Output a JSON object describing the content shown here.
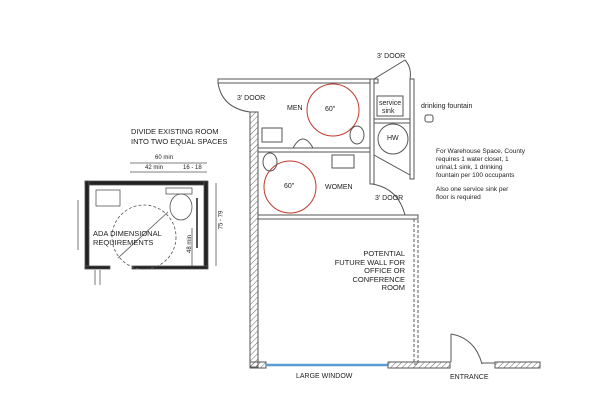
{
  "left_plan": {
    "title_line1": "DIVIDE EXISTING ROOM",
    "title_line2": "INTO TWO EQUAL SPACES",
    "dim_60": "60 min",
    "dim_42": "42 min",
    "dim_16_18": "16 - 18",
    "dim_48": "48 min",
    "dim_75_79": "75 - 79",
    "label_line1": "ADA DIMENSIONAL",
    "label_line2": "REQUIREMENTS"
  },
  "floor_plan": {
    "door_left": "3' DOOR",
    "door_top": "3' DOOR",
    "door_women": "3' DOOR",
    "men": "MEN",
    "women": "WOMEN",
    "men_circle": "60\"",
    "women_circle": "60\"",
    "service_sink_1": "service",
    "service_sink_2": "sink",
    "hw": "HW",
    "drinking_fountain": "drinking fountain",
    "future_wall": [
      "POTENTIAL",
      "FUTURE WALL FOR",
      "OFFICE OR",
      "CONFERENCE",
      "ROOM"
    ],
    "large_window": "LARGE WINDOW",
    "entrance": "ENTRANCE"
  },
  "notes": {
    "note1": [
      "For Warehouse Space, County",
      "requires  1 water closet, 1",
      "urinal,1 sink, 1 drinking",
      "fountain per 100 occupants"
    ],
    "note2": [
      "Also one service sink per",
      "floor is required"
    ]
  },
  "colors": {
    "wall": "#555555",
    "circle": "#c0392b",
    "window": "#5b9bd5"
  }
}
